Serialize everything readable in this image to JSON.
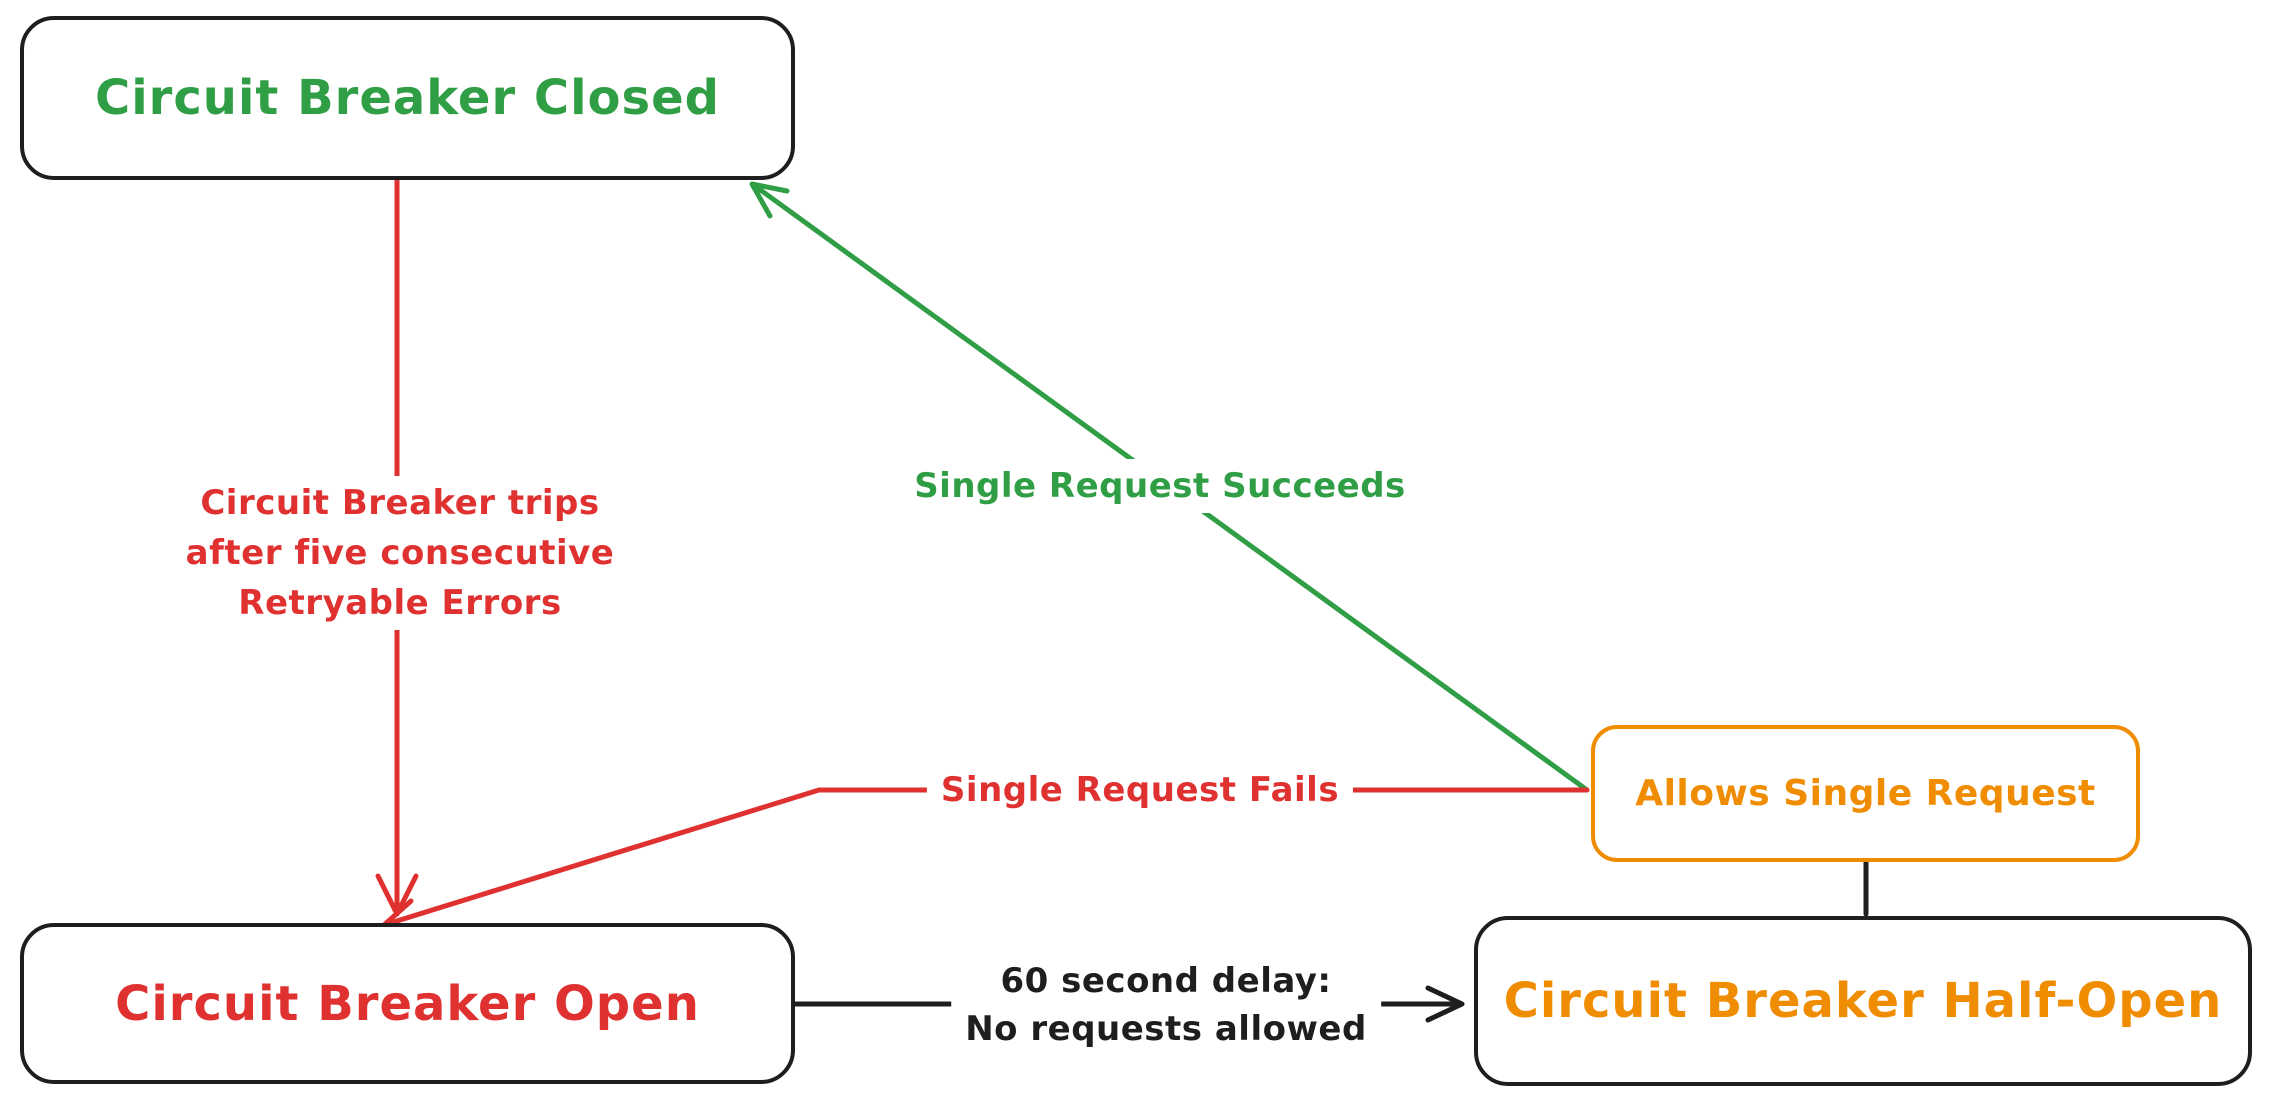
{
  "diagram": {
    "colors": {
      "green": "#2f9e44",
      "red": "#e03131",
      "orange": "#f08c00",
      "black": "#1e1e1e",
      "background": "#ffffff"
    },
    "nodes": {
      "closed": {
        "label": "Circuit Breaker Closed"
      },
      "open": {
        "label": "Circuit Breaker Open"
      },
      "half_open": {
        "label": "Circuit Breaker Half-Open"
      },
      "allows": {
        "label": "Allows Single Request"
      }
    },
    "edges": {
      "trip": {
        "lines": [
          "Circuit Breaker trips",
          "after five consecutive",
          "Retryable Errors"
        ]
      },
      "succeeds": {
        "label": "Single Request Succeeds"
      },
      "fails": {
        "label": "Single Request Fails"
      },
      "delay": {
        "lines": [
          "60 second delay:",
          "No requests allowed"
        ]
      }
    }
  }
}
